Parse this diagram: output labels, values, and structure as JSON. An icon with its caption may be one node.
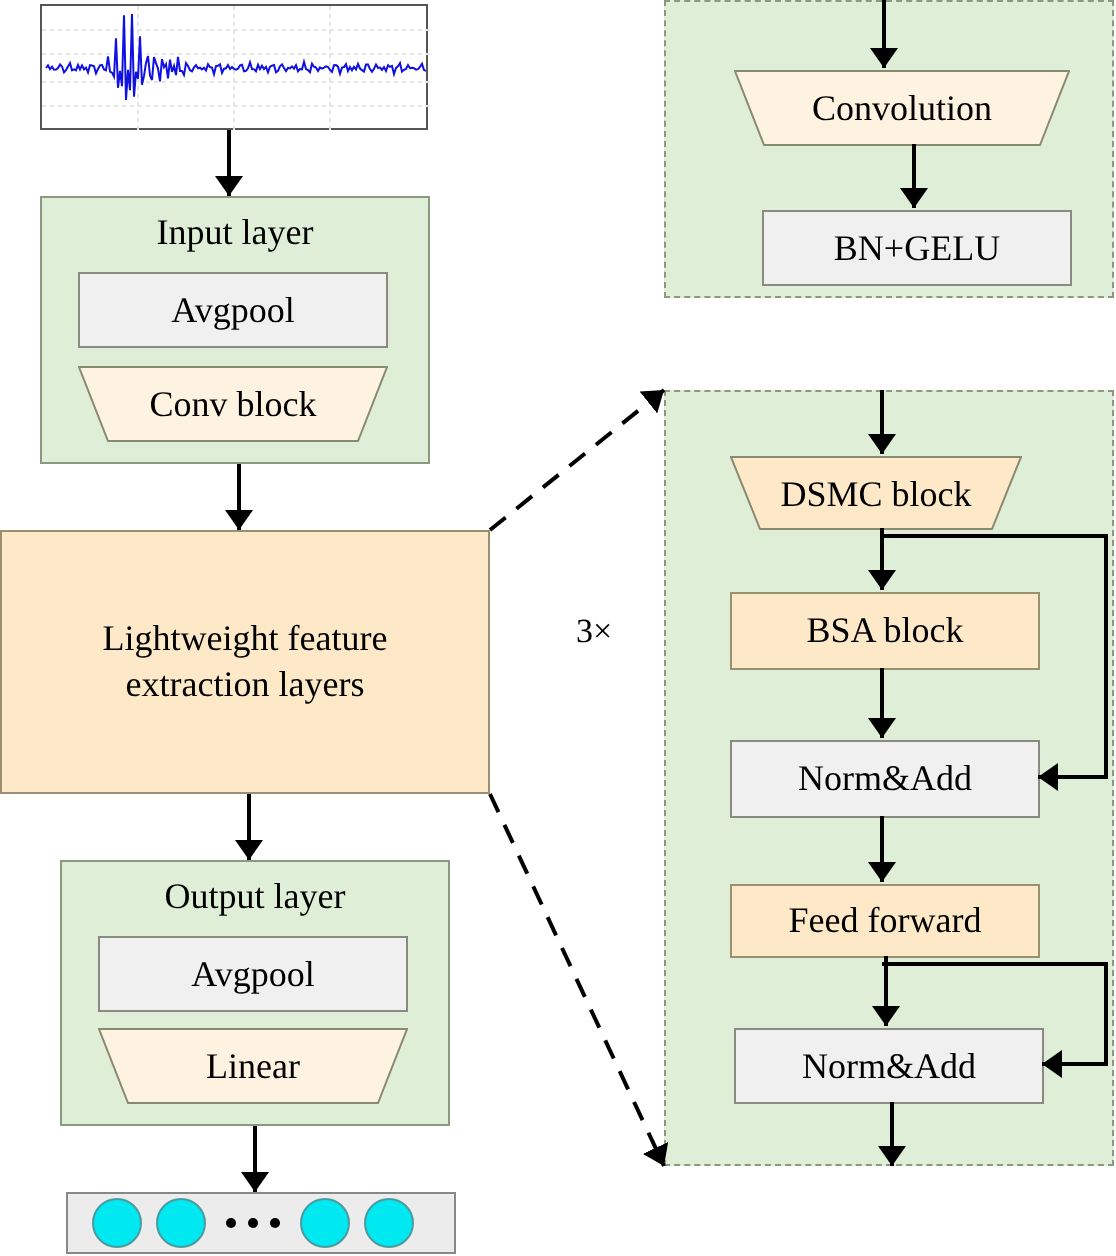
{
  "diagram": {
    "nodes": [
      {
        "text": [],
        "shape": "picture"
      },
      {
        "text": [
          "Input layer"
        ]
      },
      {
        "text": [
          "Avgpool"
        ],
        "in": 1
      },
      {
        "text": [
          "Conv block"
        ],
        "in": 1
      },
      {
        "text": [
          "Lightweight feature extraction layers"
        ]
      },
      {
        "text": [
          "Output layer"
        ]
      },
      {
        "text": [
          "Avgpool"
        ],
        "in": 5
      },
      {
        "text": [
          "Linear"
        ],
        "in": 5
      },
      {
        "text": [],
        "shape": "bar"
      },
      {
        "text": [],
        "shape": "box"
      },
      {
        "text": [
          "Convolution"
        ],
        "in": 9
      },
      {
        "text": [
          "BN+GELU"
        ],
        "in": 9
      },
      {
        "text": [],
        "shape": "box"
      },
      {
        "text": [
          "DSMC block"
        ],
        "in": 12
      },
      {
        "text": [
          "BSA block"
        ],
        "in": 12
      },
      {
        "text": [
          "Norm&Add"
        ],
        "in": 12
      },
      {
        "text": [
          "Feed forward"
        ],
        "in": 12
      },
      {
        "text": [
          "Norm&Add"
        ],
        "in": 12
      }
    ],
    "edges": [
      {
        "from": 0,
        "to": 1,
        "arrow": "to"
      },
      {
        "from": 1,
        "to": 4,
        "arrow": "to"
      },
      {
        "from": 4,
        "to": 5,
        "arrow": "to"
      },
      {
        "from": 5,
        "to": 8,
        "arrow": "to"
      },
      {
        "from": null,
        "to": 10,
        "arrow": "to"
      },
      {
        "from": 10,
        "to": 11,
        "arrow": "to"
      },
      {
        "from": 4,
        "to": 12,
        "arrow": "to",
        "style": "dashed"
      },
      {
        "from": 4,
        "to": 12,
        "arrow": "to",
        "style": "dashed"
      },
      {
        "from": null,
        "to": 13,
        "arrow": "to"
      },
      {
        "from": 13,
        "to": 14,
        "arrow": "to"
      },
      {
        "from": 13,
        "to": 15,
        "arrow": "to"
      },
      {
        "from": 14,
        "to": 15,
        "arrow": "to"
      },
      {
        "from": 15,
        "to": 16,
        "arrow": "to"
      },
      {
        "from": 16,
        "to": 17,
        "arrow": "to"
      },
      {
        "from": 16,
        "to": 17,
        "arrow": "to"
      },
      {
        "from": 17,
        "to": null,
        "arrow": "to"
      }
    ],
    "labels": [
      "3×"
    ]
  }
}
